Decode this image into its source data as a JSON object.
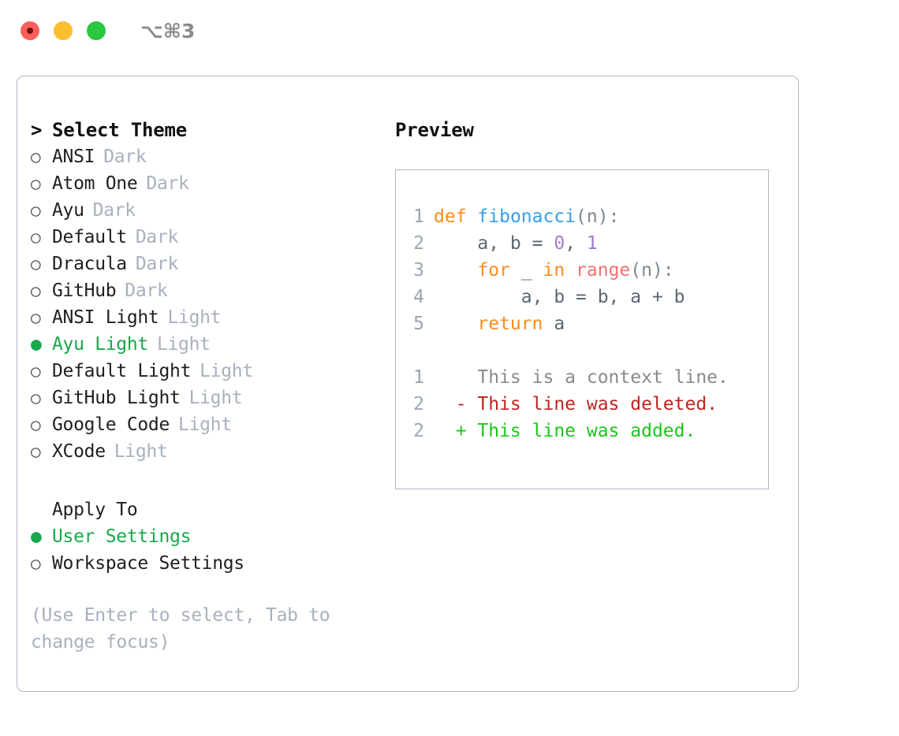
{
  "window": {
    "shortcut": "⌥⌘3",
    "traffic_lights": [
      "close",
      "minimize",
      "maximize"
    ]
  },
  "colors": {
    "accent_green": "#19a84b",
    "muted": "#a8b0be",
    "border": "#aeb6c4",
    "keyword": "#fa8d1b",
    "function": "#399ee6",
    "number": "#a37acc",
    "call": "#f07171",
    "diff_added": "#19c719",
    "diff_deleted": "#c0231f",
    "lineno": "#9aa5b4"
  },
  "theme_list": {
    "header": "Select Theme",
    "caret": ">",
    "marker_selected": "●",
    "marker_unselected": "○",
    "items": [
      {
        "name": "ANSI",
        "tag": "Dark",
        "selected": false
      },
      {
        "name": "Atom One",
        "tag": "Dark",
        "selected": false
      },
      {
        "name": "Ayu",
        "tag": "Dark",
        "selected": false
      },
      {
        "name": "Default",
        "tag": "Dark",
        "selected": false
      },
      {
        "name": "Dracula",
        "tag": "Dark",
        "selected": false
      },
      {
        "name": "GitHub",
        "tag": "Dark",
        "selected": false
      },
      {
        "name": "ANSI Light",
        "tag": "Light",
        "selected": false
      },
      {
        "name": "Ayu Light",
        "tag": "Light",
        "selected": true
      },
      {
        "name": "Default Light",
        "tag": "Light",
        "selected": false
      },
      {
        "name": "GitHub Light",
        "tag": "Light",
        "selected": false
      },
      {
        "name": "Google Code",
        "tag": "Light",
        "selected": false
      },
      {
        "name": "XCode",
        "tag": "Light",
        "selected": false
      }
    ]
  },
  "apply_to": {
    "title": "Apply To",
    "options": [
      {
        "label": "User Settings",
        "selected": true
      },
      {
        "label": "Workspace Settings",
        "selected": false
      }
    ]
  },
  "hint": "(Use Enter to select, Tab to change focus)",
  "preview": {
    "title": "Preview",
    "code_lines": [
      {
        "no": "1",
        "tokens": [
          {
            "t": "def",
            "c": "kw"
          },
          {
            "t": " ",
            "c": "plain"
          },
          {
            "t": "fibonacci",
            "c": "fn"
          },
          {
            "t": "(n):",
            "c": "punct"
          }
        ]
      },
      {
        "no": "2",
        "tokens": [
          {
            "t": "    a, b = ",
            "c": "plain"
          },
          {
            "t": "0",
            "c": "num"
          },
          {
            "t": ", ",
            "c": "plain"
          },
          {
            "t": "1",
            "c": "num"
          }
        ]
      },
      {
        "no": "3",
        "tokens": [
          {
            "t": "    ",
            "c": "plain"
          },
          {
            "t": "for",
            "c": "kw"
          },
          {
            "t": " _ ",
            "c": "plain"
          },
          {
            "t": "in",
            "c": "kw"
          },
          {
            "t": " ",
            "c": "plain"
          },
          {
            "t": "range",
            "c": "call"
          },
          {
            "t": "(n):",
            "c": "punct"
          }
        ]
      },
      {
        "no": "4",
        "tokens": [
          {
            "t": "        a, b = b, a + b",
            "c": "plain"
          }
        ]
      },
      {
        "no": "5",
        "tokens": [
          {
            "t": "    ",
            "c": "plain"
          },
          {
            "t": "return",
            "c": "kw"
          },
          {
            "t": " a",
            "c": "plain"
          }
        ]
      }
    ],
    "diff_lines": [
      {
        "no": "1",
        "sign": " ",
        "text": "This is a context line.",
        "kind": "ctx"
      },
      {
        "no": "2",
        "sign": "-",
        "text": "This line was deleted.",
        "kind": "del"
      },
      {
        "no": "2",
        "sign": "+",
        "text": "This line was added.",
        "kind": "add"
      }
    ]
  }
}
